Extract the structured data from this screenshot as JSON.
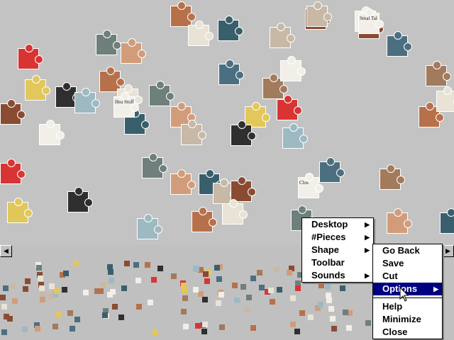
{
  "colors": {
    "board": "#c3c3c3",
    "frame": "#c0c0c0",
    "menu_bg": "#ffffff",
    "menu_highlight": "#000080"
  },
  "board": {
    "piece_labels": [
      "Smal Tal",
      "Hea Stuff",
      "Clos"
    ]
  },
  "scroll": {
    "left_arrow_icon": "arrow-left",
    "right_arrow_icon": "arrow-right"
  },
  "main_menu": {
    "items": [
      {
        "label": "Go Back"
      },
      {
        "label": "Save"
      },
      {
        "label": "Cut"
      },
      {
        "label": "Options",
        "submenu": true,
        "selected": true
      },
      {
        "separator": true
      },
      {
        "label": "Help"
      },
      {
        "label": "Minimize"
      },
      {
        "label": "Close"
      }
    ]
  },
  "options_menu": {
    "items": [
      {
        "label": "Desktop",
        "submenu": true
      },
      {
        "label": "#Pieces",
        "submenu": true
      },
      {
        "label": "Shape",
        "submenu": true
      },
      {
        "label": "Toolbar",
        "submenu": false
      },
      {
        "label": "Sounds",
        "submenu": true
      }
    ]
  }
}
